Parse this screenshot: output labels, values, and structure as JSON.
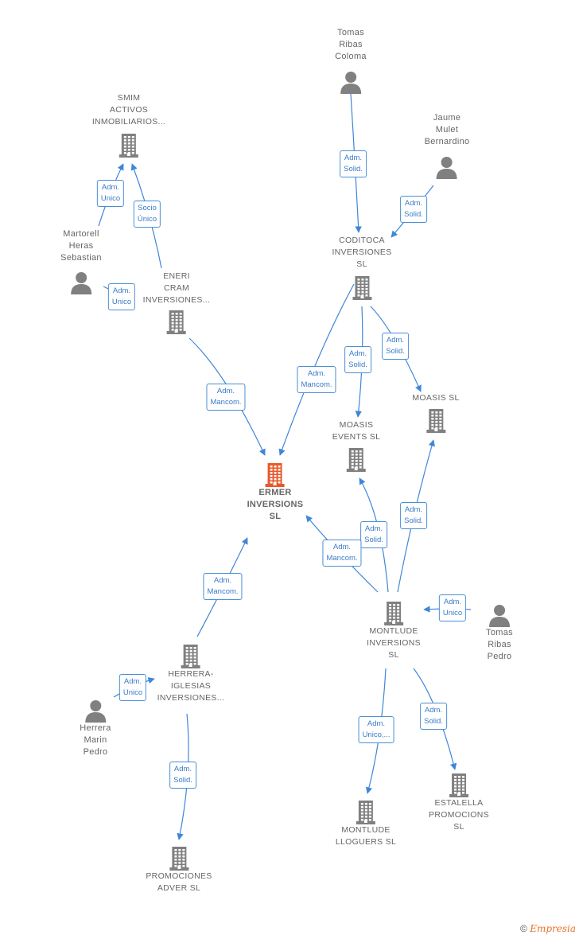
{
  "colors": {
    "edge": "#3f86d8",
    "node": "#808080",
    "focus": "#e8592a",
    "badge_border": "#4a8fd6",
    "badge_text": "#3a7bc8"
  },
  "nodes": [
    {
      "id": "tomas_ribas_coloma",
      "type": "person",
      "label": "Tomas\nRibas\nColoma"
    },
    {
      "id": "jaume_mulet",
      "type": "person",
      "label": "Jaume\nMulet\nBernardino"
    },
    {
      "id": "smim",
      "type": "company",
      "label": "SMIM\nACTIVOS\nINMOBILIARIOS..."
    },
    {
      "id": "coditoca",
      "type": "company",
      "label": "CODITOCA\nINVERSIONES\nSL"
    },
    {
      "id": "martorell",
      "type": "person",
      "label": "Martorell\nHeras\nSebastian"
    },
    {
      "id": "eneri",
      "type": "company",
      "label": "ENERI\nCRAM\nINVERSIONES..."
    },
    {
      "id": "moasis",
      "type": "company",
      "label": "MOASIS  SL"
    },
    {
      "id": "moasis_events",
      "type": "company",
      "label": "MOASIS\nEVENTS  SL"
    },
    {
      "id": "ermer",
      "type": "focus",
      "label": "ERMER\nINVERSIONS\nSL"
    },
    {
      "id": "montlude_inv",
      "type": "company",
      "label": "MONTLUDE\nINVERSIONS\nSL"
    },
    {
      "id": "tomas_ribas_pedro",
      "type": "person",
      "label": "Tomas\nRibas\nPedro"
    },
    {
      "id": "herrera_iglesias",
      "type": "company",
      "label": "HERRERA-\nIGLESIAS\nINVERSIONES..."
    },
    {
      "id": "herrera_marin",
      "type": "person",
      "label": "Herrera\nMarin\nPedro"
    },
    {
      "id": "estalella",
      "type": "company",
      "label": "ESTALELLA\nPROMOCIONS\nSL"
    },
    {
      "id": "montlude_llog",
      "type": "company",
      "label": "MONTLUDE\nLLOGUERS  SL"
    },
    {
      "id": "promociones_adver",
      "type": "company",
      "label": "PROMOCIONES\nADVER  SL"
    }
  ],
  "edges": [
    {
      "from": "tomas_ribas_coloma",
      "to": "coditoca",
      "label": "Adm.\nSolid."
    },
    {
      "from": "jaume_mulet",
      "to": "coditoca",
      "label": "Adm.\nSolid."
    },
    {
      "from": "martorell",
      "to": "smim",
      "label": "Adm.\nUnico"
    },
    {
      "from": "eneri",
      "to": "smim",
      "label": "Socio\nÚnico"
    },
    {
      "from": "martorell",
      "to": "eneri",
      "label": "Adm.\nUnico"
    },
    {
      "from": "eneri",
      "to": "ermer",
      "label": "Adm.\nMancom."
    },
    {
      "from": "coditoca",
      "to": "ermer",
      "label": "Adm.\nMancom."
    },
    {
      "from": "coditoca",
      "to": "moasis_events",
      "label": "Adm.\nSolid."
    },
    {
      "from": "coditoca",
      "to": "moasis",
      "label": "Adm.\nSolid."
    },
    {
      "from": "montlude_inv",
      "to": "moasis",
      "label": "Adm.\nSolid."
    },
    {
      "from": "montlude_inv",
      "to": "moasis_events",
      "label": "Adm.\nSolid."
    },
    {
      "from": "montlude_inv",
      "to": "ermer",
      "label": "Adm.\nMancom."
    },
    {
      "from": "tomas_ribas_pedro",
      "to": "montlude_inv",
      "label": "Adm.\nUnico"
    },
    {
      "from": "herrera_iglesias",
      "to": "ermer",
      "label": "Adm.\nMancom."
    },
    {
      "from": "herrera_marin",
      "to": "herrera_iglesias",
      "label": "Adm.\nUnico"
    },
    {
      "from": "herrera_iglesias",
      "to": "promociones_adver",
      "label": "Adm.\nSolid."
    },
    {
      "from": "montlude_inv",
      "to": "estalella",
      "label": "Adm.\nSolid."
    },
    {
      "from": "montlude_inv",
      "to": "montlude_llog",
      "label": "Adm.\nUnico,..."
    }
  ],
  "footer": {
    "copyright": "©",
    "brand": "Empresia"
  }
}
